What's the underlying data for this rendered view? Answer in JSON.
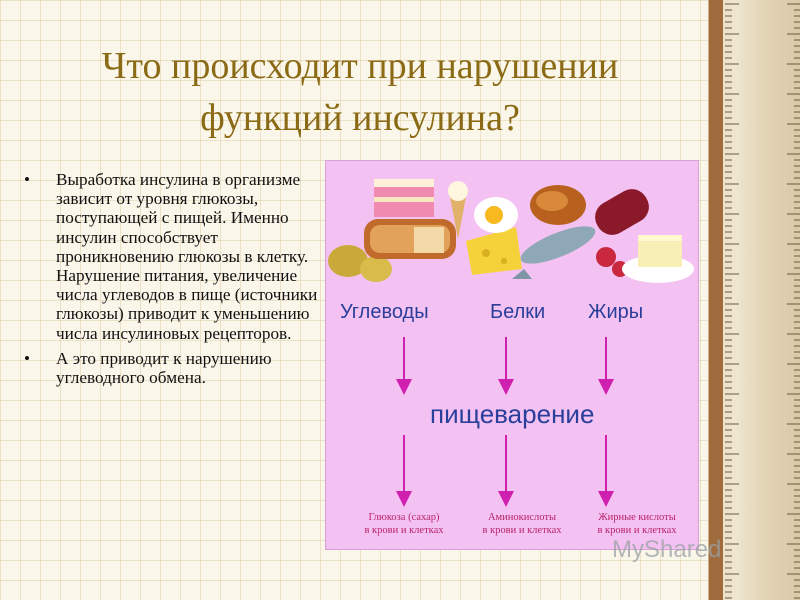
{
  "slide": {
    "title_line1": "Что происходит при нарушении",
    "title_line2": "функций инсулина?",
    "bullets": [
      "Выработка инсулина в организме зависит от уровня глюкозы, поступающей с пищей. Именно инсулин способствует проникновению глюкозы в клетку. Нарушение питания, увеличение числа углеводов в пище (источники глюкозы) приводит к уменьшению числа инсулиновых рецепторов.",
      "А это приводит к нарушению углеводного обмена."
    ]
  },
  "diagram": {
    "categories": [
      "Углеводы",
      "Белки",
      "Жиры"
    ],
    "process": "пищеварение",
    "results": [
      [
        "Глюкоза (сахар)",
        "в крови и клетках"
      ],
      [
        "Аминокислоты",
        "в крови и клетках"
      ],
      [
        "Жирные кислоты",
        "в крови и клетках"
      ]
    ]
  },
  "watermark": "MyShared",
  "colors": {
    "title": "#8a6a14",
    "panel": "#f4c2f2",
    "label": "#2a3f9a",
    "arrow": "#d020b0"
  }
}
